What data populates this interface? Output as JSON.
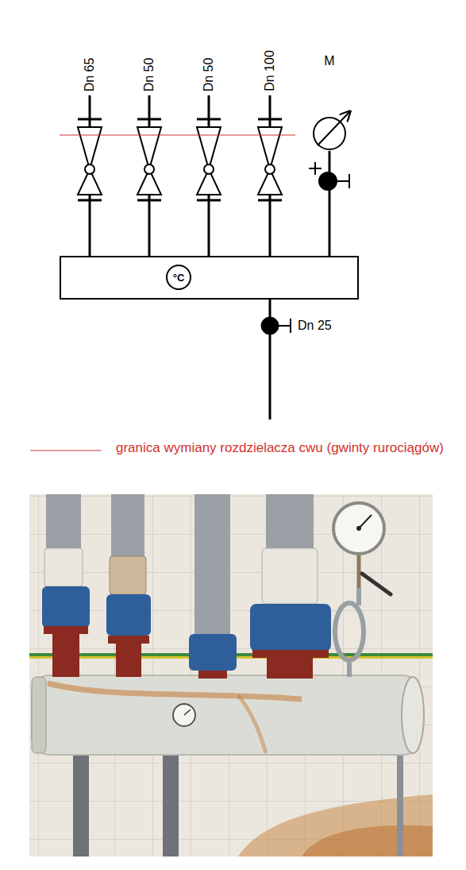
{
  "diagram": {
    "nodes": [
      {
        "text": [
          "M"
        ]
      },
      {
        "text": [
          "°C"
        ]
      }
    ],
    "edges": [
      {
        "from": 1,
        "to": 0,
        "arrow": "none"
      }
    ],
    "labels": [
      "Dn 65",
      "Dn 50",
      "Dn 50",
      "Dn 100",
      "Dn 25"
    ],
    "legend": [
      {
        "text": "granica wymiany rozdzielacza cwu (gwinty rurociągów)"
      }
    ]
  }
}
